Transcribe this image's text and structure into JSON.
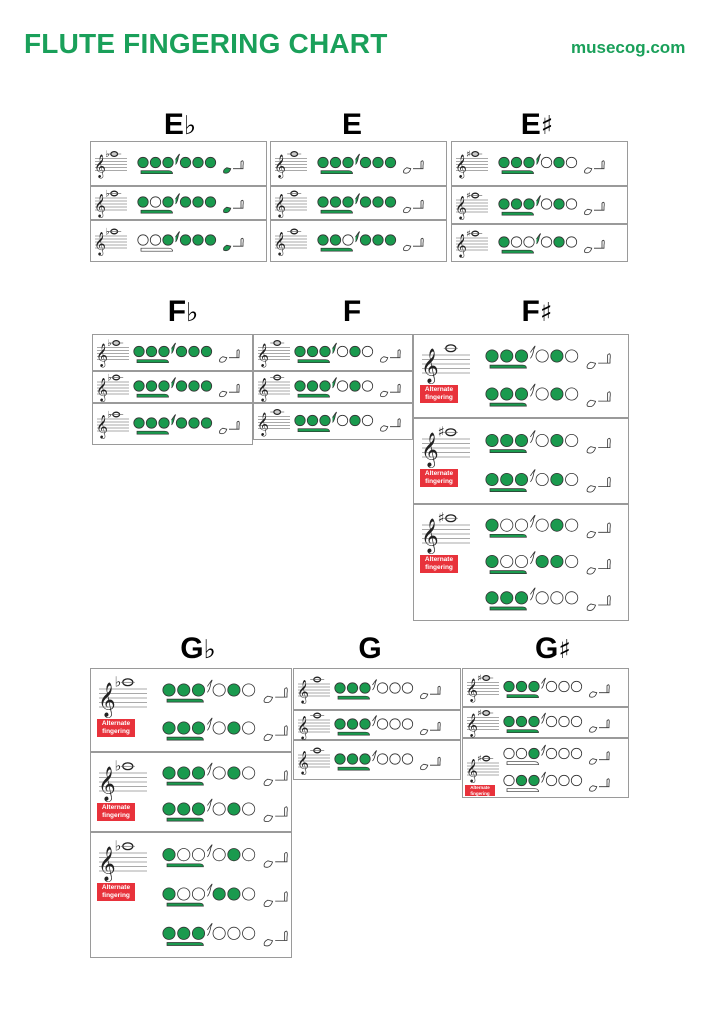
{
  "header": {
    "title": "FLUTE FINGERING CHART",
    "site": "musecog.com"
  },
  "colors": {
    "brand": "#1aa05a",
    "key_closed": "#1a9a4e",
    "alt_badge": "#e8323b"
  },
  "alt_label": "Alternate\nfingering",
  "notes": [
    {
      "id": "eb",
      "letter": "E",
      "accidental": "♭",
      "cells": [
        {
          "staff_acc": "♭",
          "fingerings": [
            [
              1,
              1,
              1,
              1,
              1,
              1,
              1,
              1,
              1
            ]
          ]
        },
        {
          "staff_acc": "♭",
          "fingerings": [
            [
              1,
              0,
              1,
              1,
              1,
              1,
              1,
              1,
              1
            ]
          ]
        },
        {
          "staff_acc": "♭",
          "fingerings": [
            [
              0,
              0,
              1,
              1,
              1,
              1,
              1,
              1,
              1
            ]
          ]
        }
      ]
    },
    {
      "id": "e",
      "letter": "E",
      "accidental": "",
      "cells": [
        {
          "staff_acc": "",
          "fingerings": [
            [
              1,
              1,
              1,
              1,
              1,
              1,
              1,
              0,
              1
            ]
          ]
        },
        {
          "staff_acc": "",
          "fingerings": [
            [
              1,
              1,
              1,
              1,
              1,
              1,
              1,
              0,
              1
            ]
          ]
        },
        {
          "staff_acc": "",
          "fingerings": [
            [
              1,
              1,
              0,
              1,
              1,
              1,
              1,
              0,
              1
            ]
          ]
        }
      ]
    },
    {
      "id": "es",
      "letter": "E",
      "accidental": "♯",
      "cells": [
        {
          "staff_acc": "♯",
          "fingerings": [
            [
              1,
              1,
              1,
              1,
              0,
              1,
              0,
              0,
              1
            ]
          ]
        },
        {
          "staff_acc": "♯",
          "fingerings": [
            [
              1,
              1,
              1,
              1,
              0,
              1,
              0,
              0,
              1
            ]
          ]
        },
        {
          "staff_acc": "♯",
          "fingerings": [
            [
              1,
              0,
              0,
              1,
              0,
              1,
              0,
              0,
              1
            ]
          ]
        }
      ]
    },
    {
      "id": "fb",
      "letter": "F",
      "accidental": "♭",
      "cells": [
        {
          "staff_acc": "♭",
          "fingerings": [
            [
              1,
              1,
              1,
              1,
              1,
              1,
              1,
              0,
              1
            ]
          ]
        },
        {
          "staff_acc": "♭",
          "fingerings": [
            [
              1,
              1,
              1,
              1,
              1,
              1,
              1,
              0,
              1
            ]
          ]
        },
        {
          "staff_acc": "♭",
          "fingerings": [
            [
              1,
              1,
              1,
              1,
              1,
              1,
              1,
              0,
              1
            ]
          ]
        }
      ]
    },
    {
      "id": "f",
      "letter": "F",
      "accidental": "",
      "cells": [
        {
          "staff_acc": "",
          "fingerings": [
            [
              1,
              1,
              1,
              1,
              0,
              1,
              0,
              0,
              1
            ]
          ]
        },
        {
          "staff_acc": "",
          "fingerings": [
            [
              1,
              1,
              1,
              1,
              0,
              1,
              0,
              0,
              1
            ]
          ]
        },
        {
          "staff_acc": "",
          "fingerings": [
            [
              1,
              1,
              1,
              1,
              0,
              1,
              0,
              0,
              1
            ]
          ]
        }
      ]
    },
    {
      "id": "fs",
      "letter": "F",
      "accidental": "♯",
      "cells": [
        {
          "staff_acc": "",
          "alt": true,
          "fingerings": [
            [
              1,
              1,
              1,
              0,
              0,
              1,
              0,
              0,
              1
            ],
            [
              1,
              1,
              1,
              0,
              0,
              1,
              0,
              0,
              1
            ]
          ]
        },
        {
          "staff_acc": "♯",
          "alt": true,
          "fingerings": [
            [
              1,
              1,
              1,
              0,
              0,
              1,
              0,
              0,
              1
            ],
            [
              1,
              1,
              1,
              0,
              0,
              1,
              0,
              0,
              1
            ]
          ]
        },
        {
          "staff_acc": "♯",
          "alt": true,
          "fingerings": [
            [
              1,
              0,
              0,
              0,
              0,
              1,
              0,
              0,
              1
            ],
            [
              1,
              0,
              0,
              0,
              1,
              1,
              0,
              0,
              1
            ],
            [
              1,
              1,
              1,
              0,
              0,
              0,
              0,
              0,
              1
            ]
          ]
        }
      ]
    },
    {
      "id": "gb",
      "letter": "G",
      "accidental": "♭",
      "cells": [
        {
          "staff_acc": "♭",
          "alt": true,
          "fingerings": [
            [
              1,
              1,
              1,
              0,
              0,
              1,
              0,
              0,
              1
            ],
            [
              1,
              1,
              1,
              0,
              0,
              1,
              0,
              0,
              1
            ]
          ]
        },
        {
          "staff_acc": "♭",
          "alt": true,
          "fingerings": [
            [
              1,
              1,
              1,
              0,
              0,
              1,
              0,
              0,
              1
            ],
            [
              1,
              1,
              1,
              0,
              0,
              1,
              0,
              0,
              1
            ]
          ]
        },
        {
          "staff_acc": "♭",
          "alt": true,
          "fingerings": [
            [
              1,
              0,
              0,
              0,
              0,
              1,
              0,
              0,
              1
            ],
            [
              1,
              0,
              0,
              0,
              1,
              1,
              0,
              0,
              1
            ],
            [
              1,
              1,
              1,
              0,
              0,
              0,
              0,
              0,
              1
            ]
          ]
        }
      ]
    },
    {
      "id": "g",
      "letter": "G",
      "accidental": "",
      "cells": [
        {
          "staff_acc": "",
          "fingerings": [
            [
              1,
              1,
              1,
              0,
              0,
              0,
              0,
              0,
              1
            ]
          ]
        },
        {
          "staff_acc": "",
          "fingerings": [
            [
              1,
              1,
              1,
              0,
              0,
              0,
              0,
              0,
              1
            ]
          ]
        },
        {
          "staff_acc": "",
          "fingerings": [
            [
              1,
              1,
              1,
              0,
              0,
              0,
              0,
              0,
              1
            ]
          ]
        }
      ]
    },
    {
      "id": "gs",
      "letter": "G",
      "accidental": "♯",
      "cells": [
        {
          "staff_acc": "♯",
          "fingerings": [
            [
              1,
              1,
              1,
              0,
              0,
              0,
              0,
              0,
              1
            ]
          ]
        },
        {
          "staff_acc": "♯",
          "fingerings": [
            [
              1,
              1,
              1,
              0,
              0,
              0,
              0,
              0,
              1
            ]
          ]
        },
        {
          "staff_acc": "♯",
          "alt": true,
          "fingerings": [
            [
              0,
              0,
              1,
              0,
              0,
              0,
              0,
              0,
              1
            ],
            [
              0,
              1,
              1,
              0,
              0,
              0,
              0,
              0,
              1
            ]
          ]
        }
      ]
    }
  ]
}
